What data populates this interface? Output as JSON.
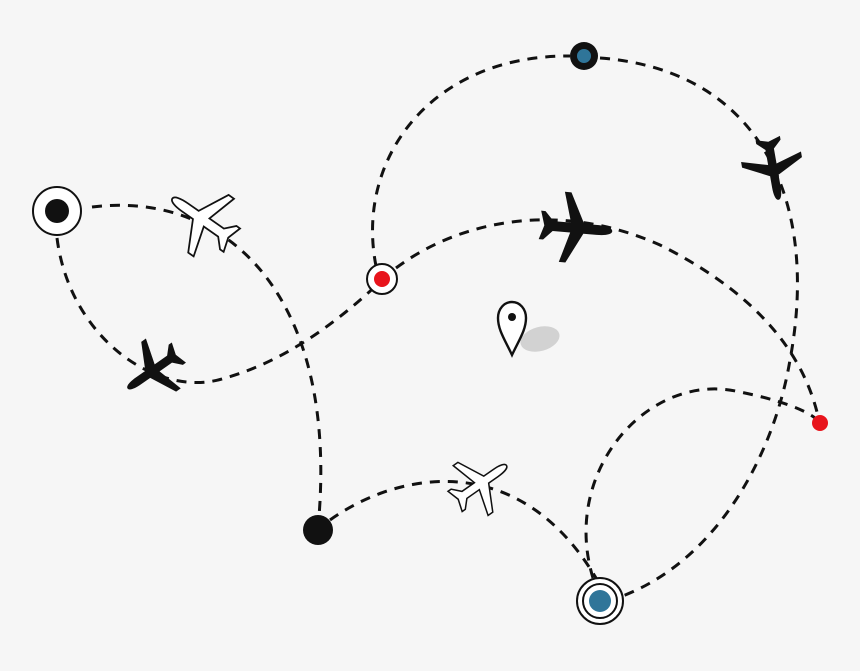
{
  "colors": {
    "background": "#f6f6f6",
    "route": "#111111",
    "red_node": "#e8141c",
    "blue_node": "#2f7599",
    "plane_solid": "#111111",
    "plane_outline_fill": "#ffffff",
    "pin_shadow": "#cfcfcf"
  },
  "icons": {
    "plane_solid": "airplane-silhouette-icon",
    "plane_outline": "airplane-outline-icon",
    "location": "map-pin-icon"
  },
  "nodes": [
    {
      "id": "origin-left",
      "style": "ringed-black"
    },
    {
      "id": "hub-center-red",
      "style": "ringed-red"
    },
    {
      "id": "top-blue",
      "style": "ringed-blue"
    },
    {
      "id": "bottom-black",
      "style": "solid-black"
    },
    {
      "id": "bottom-blue",
      "style": "double-ringed-blue"
    },
    {
      "id": "right-red",
      "style": "solid-red"
    }
  ],
  "routes": [
    {
      "from": "origin-left",
      "to": "bottom-black"
    },
    {
      "from": "origin-left",
      "to": "hub-center-red"
    },
    {
      "from": "hub-center-red",
      "to": "top-blue"
    },
    {
      "from": "top-blue",
      "to": "bottom-blue"
    },
    {
      "from": "hub-center-red",
      "to": "right-red"
    },
    {
      "from": "bottom-black",
      "to": "bottom-blue"
    },
    {
      "from": "bottom-blue",
      "to": "right-red"
    }
  ]
}
